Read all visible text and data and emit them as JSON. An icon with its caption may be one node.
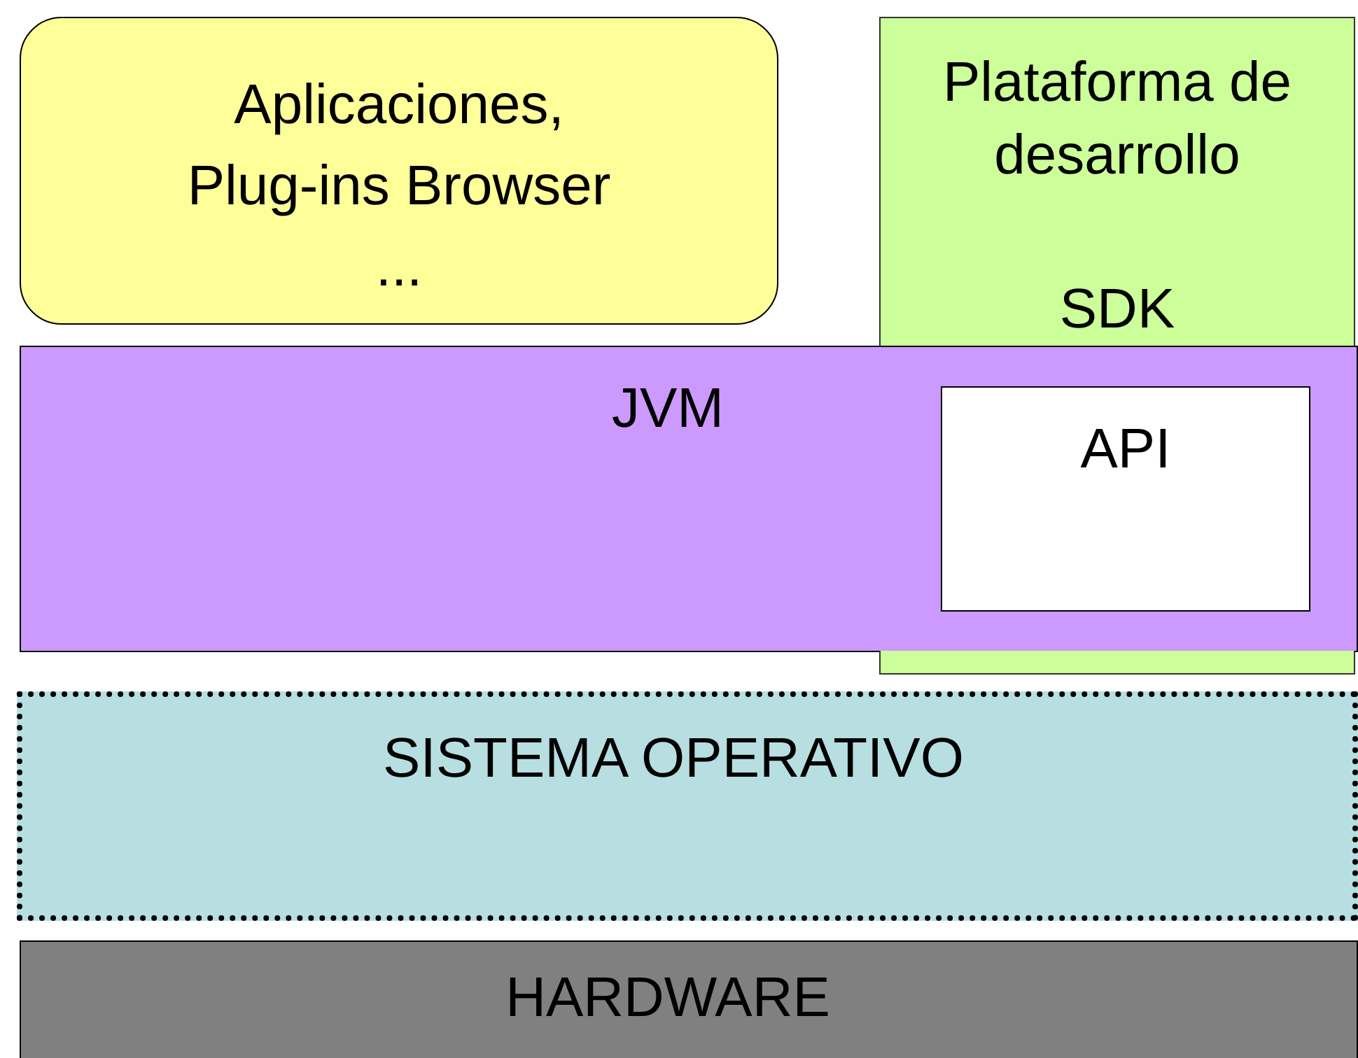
{
  "diagram": {
    "nodes": [
      {
        "text": [
          "Aplicaciones, Plug-ins Browser ..."
        ]
      },
      {
        "text": [
          "Plataforma de desarrollo",
          "SDK"
        ]
      },
      {
        "text": [
          "JVM"
        ]
      },
      {
        "text": [
          "API"
        ],
        "in": 2
      },
      {
        "text": [
          "SISTEMA OPERATIVO"
        ]
      },
      {
        "text": [
          "HARDWARE"
        ]
      },
      {
        "text": [],
        "shape": "bar"
      }
    ]
  }
}
